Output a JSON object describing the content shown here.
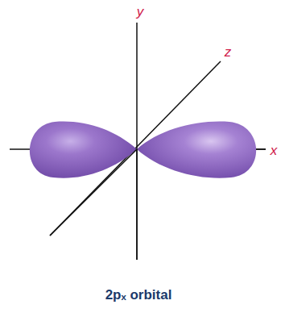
{
  "diagram": {
    "caption": "2pₓ orbital",
    "labels": [
      "y",
      "z",
      "x"
    ]
  }
}
